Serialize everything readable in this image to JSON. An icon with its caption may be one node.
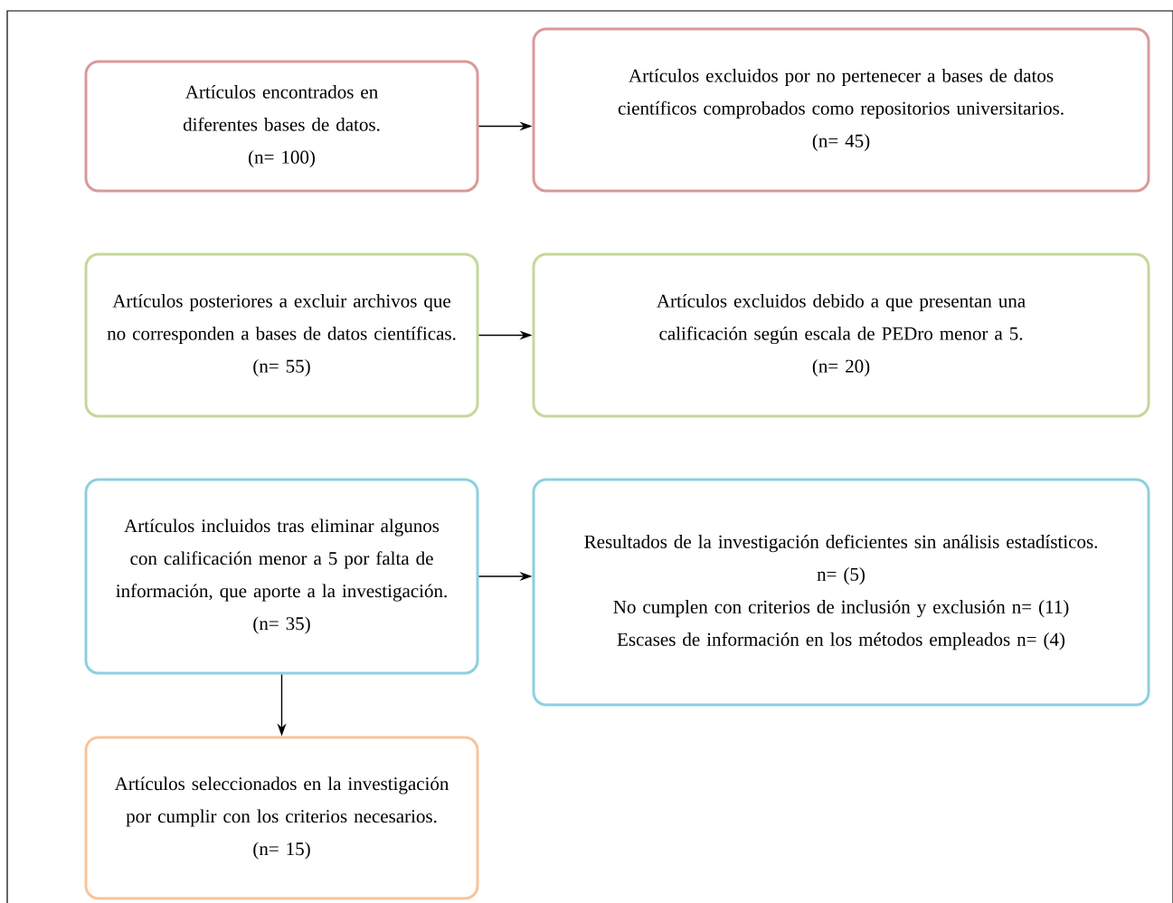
{
  "diagram": {
    "nodes": [
      {
        "text": [
          "Artículos encontrados en diferentes bases de datos.",
          "(n= 100)"
        ]
      },
      {
        "text": [
          "Artículos excluidos por no pertenecer a bases de datos científicos comprobados como repositorios universitarios.",
          "(n= 45)"
        ]
      },
      {
        "text": [
          "Artículos posteriores a excluir archivos que no corresponden a bases de datos científicas.",
          "(n= 55)"
        ]
      },
      {
        "text": [
          "Artículos excluidos debido a que presentan una calificación según escala de PEDro menor a 5.",
          "(n= 20)"
        ]
      },
      {
        "text": [
          "Artículos incluidos tras eliminar algunos con calificación menor a 5 por falta de información, que aporte a la investigación.",
          "(n= 35)"
        ]
      },
      {
        "text": [
          "Resultados de la investigación deficientes sin análisis estadísticos.",
          "n= (5)",
          "No cumplen con criterios de inclusión y exclusión n= (11)",
          "Escases de información en los métodos empleados n= (4)"
        ]
      },
      {
        "text": [
          "Artículos seleccionados en la investigación por cumplir con los criterios necesarios.",
          "(n= 15)"
        ]
      }
    ],
    "edges": [
      {
        "from": 0,
        "to": 1,
        "arrow": "to"
      },
      {
        "from": 2,
        "to": 3,
        "arrow": "to"
      },
      {
        "from": 4,
        "to": 5,
        "arrow": "to"
      },
      {
        "from": 4,
        "to": 6,
        "arrow": "to"
      }
    ]
  }
}
